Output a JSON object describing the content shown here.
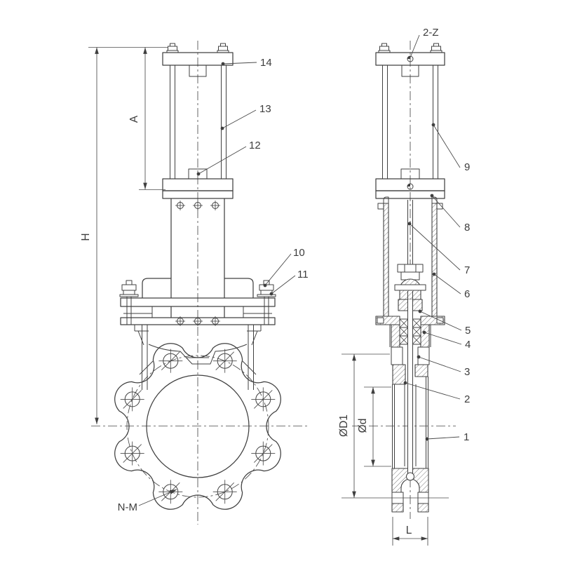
{
  "colors": {
    "line": "#404040",
    "background": "#ffffff"
  },
  "labels": {
    "part1": "1",
    "part2": "2",
    "part3": "3",
    "part4": "4",
    "part5": "5",
    "part6": "6",
    "part7": "7",
    "part8": "8",
    "part9": "9",
    "part10": "10",
    "part11": "11",
    "part12": "12",
    "part13": "13",
    "part14": "14",
    "dim_height": "H",
    "dim_yoke": "A",
    "dim_bolt_circle": "ØD1",
    "dim_bore": "Ød",
    "dim_face_to_face": "L",
    "note_top_holes": "2-Z",
    "note_flange_holes": "N-M"
  }
}
